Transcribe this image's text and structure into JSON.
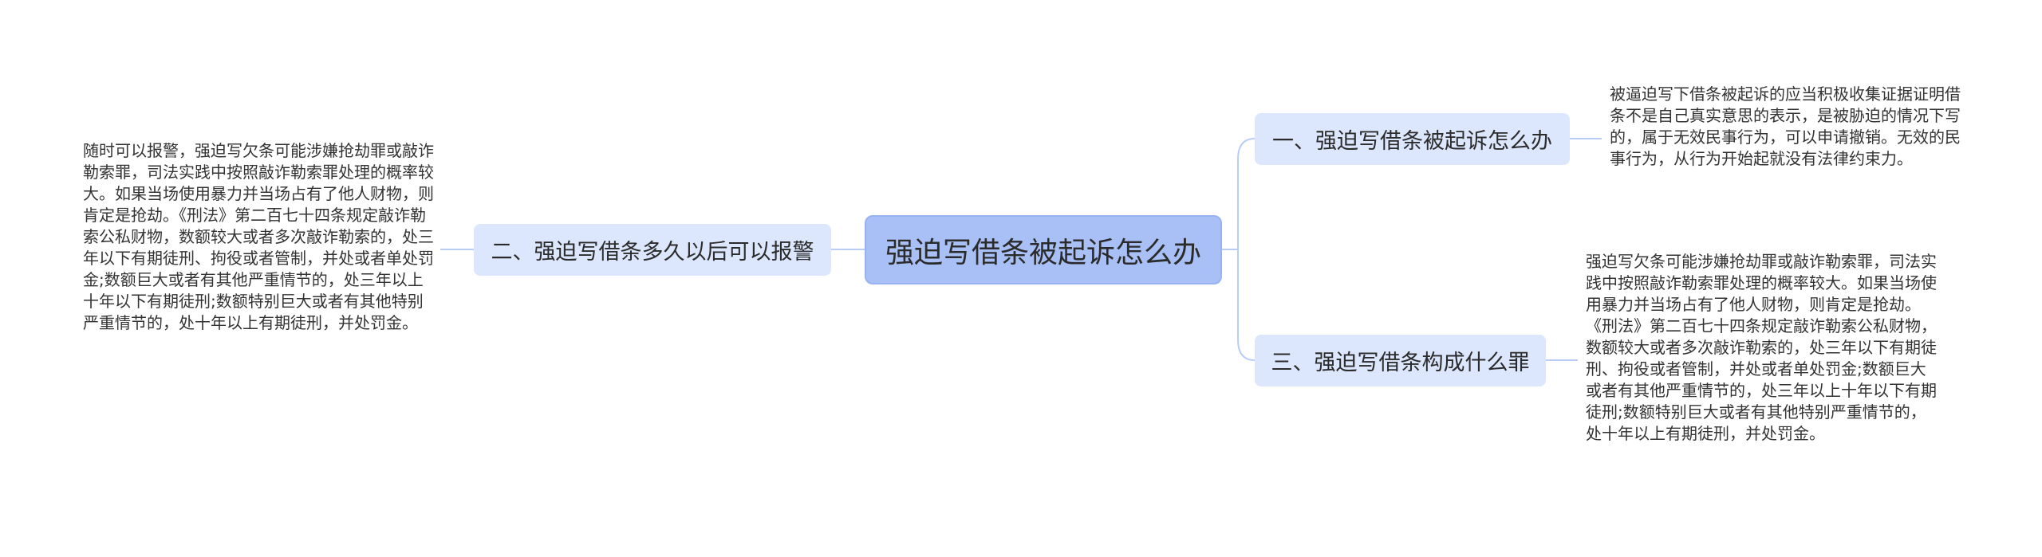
{
  "root": {
    "label": "强迫写借条被起诉怎么办"
  },
  "branches": [
    {
      "label": "一、强迫写借条被起诉怎么办",
      "detail": "被逼迫写下借条被起诉的应当积极收集证据证明借条不是自己真实意思的表示，是被胁迫的情况下写的，属于无效民事行为，可以申请撤销。无效的民事行为，从行为开始起就没有法律约束力。"
    },
    {
      "label": "二、强迫写借条多久以后可以报警",
      "detail": "随时可以报警，强迫写欠条可能涉嫌抢劫罪或敲诈勒索罪，司法实践中按照敲诈勒索罪处理的概率较大。如果当场使用暴力并当场占有了他人财物，则肯定是抢劫。《刑法》第二百七十四条规定敲诈勒索公私财物，数额较大或者多次敲诈勒索的，处三年以下有期徒刑、拘役或者管制，并处或者单处罚金;数额巨大或者有其他严重情节的，处三年以上十年以下有期徒刑;数额特别巨大或者有其他特别严重情节的，处十年以上有期徒刑，并处罚金。"
    },
    {
      "label": "三、强迫写借条构成什么罪",
      "detail": "强迫写欠条可能涉嫌抢劫罪或敲诈勒索罪，司法实践中按照敲诈勒索罪处理的概率较大。如果当场使用暴力并当场占有了他人财物，则肯定是抢劫。《刑法》第二百七十四条规定敲诈勒索公私财物，数额较大或者多次敲诈勒索的，处三年以下有期徒刑、拘役或者管制，并处或者单处罚金;数额巨大或者有其他严重情节的，处三年以上十年以下有期徒刑;数额特别巨大或者有其他特别严重情节的，处十年以上有期徒刑，并处罚金。"
    }
  ],
  "colors": {
    "root_fill": "#a8c0f5",
    "branch_fill": "#dce6fd",
    "connector": "#b9cdf7",
    "background": "#ffffff"
  }
}
